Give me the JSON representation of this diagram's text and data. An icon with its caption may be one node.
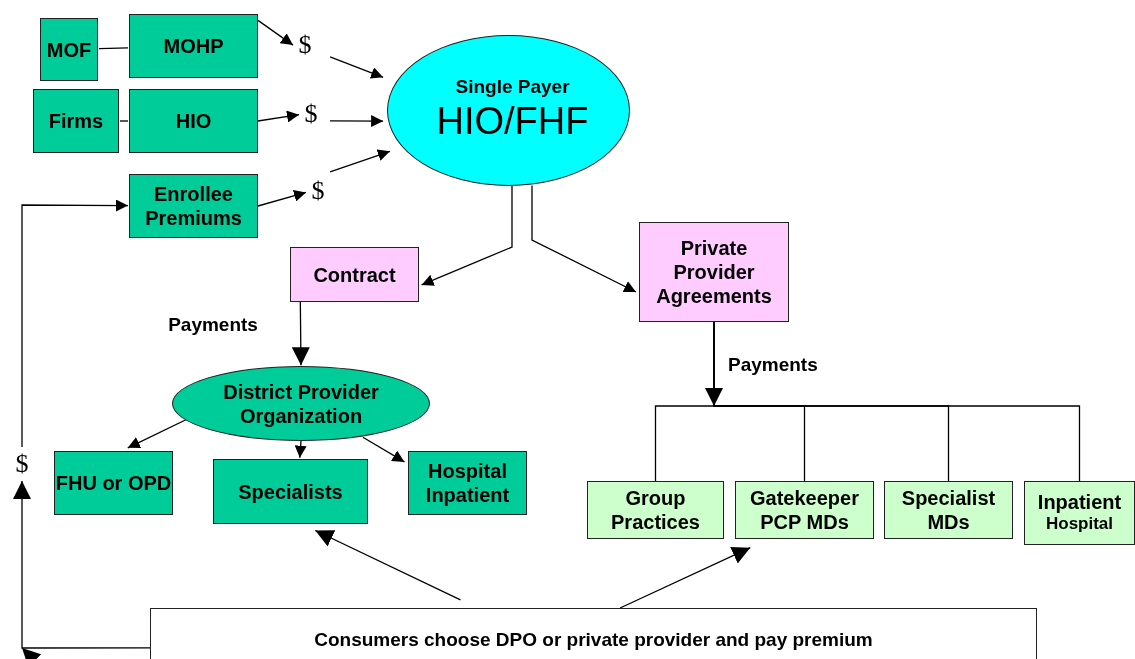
{
  "diagram": {
    "nodes": [
      {
        "text": [
          "MOF"
        ]
      },
      {
        "text": [
          "MOHP"
        ]
      },
      {
        "text": [
          "Firms"
        ]
      },
      {
        "text": [
          "HIO"
        ]
      },
      {
        "text": [
          "Enrollee Premiums"
        ]
      },
      {
        "text": [
          "$"
        ]
      },
      {
        "text": [
          "$"
        ]
      },
      {
        "text": [
          "$"
        ]
      },
      {
        "text": [
          "Single Payer",
          "HIO/FHF"
        ]
      },
      {
        "text": [
          "Contract"
        ]
      },
      {
        "text": [
          "Private Provider Agreements"
        ]
      },
      {
        "text": [
          "District Provider Organization"
        ]
      },
      {
        "text": [
          "FHU or OPD"
        ]
      },
      {
        "text": [
          "Specialists"
        ]
      },
      {
        "text": [
          "Hospital Inpatient"
        ]
      },
      {
        "text": [
          "Group Practices"
        ]
      },
      {
        "text": [
          "Gatekeeper PCP MDs"
        ]
      },
      {
        "text": [
          "Specialist MDs"
        ]
      },
      {
        "text": [
          "Inpatient",
          "Hospital"
        ]
      },
      {
        "text": [
          "Consumers choose DPO or private provider and pay premium"
        ]
      },
      {
        "text": [
          "$"
        ]
      }
    ],
    "edges": [
      {
        "from": 0,
        "to": 1,
        "arrow": "none"
      },
      {
        "from": 2,
        "to": 3,
        "arrow": "none"
      },
      {
        "from": 1,
        "to": 5,
        "arrow": "to"
      },
      {
        "from": 5,
        "to": 8,
        "arrow": "to"
      },
      {
        "from": 3,
        "to": 6,
        "arrow": "to"
      },
      {
        "from": 6,
        "to": 8,
        "arrow": "to"
      },
      {
        "from": 4,
        "to": 7,
        "arrow": "to"
      },
      {
        "from": 7,
        "to": 8,
        "arrow": "to"
      },
      {
        "from": 8,
        "to": 9,
        "arrow": "to"
      },
      {
        "from": 8,
        "to": 10,
        "arrow": "to"
      },
      {
        "from": 9,
        "to": 11,
        "label": "Payments",
        "arrow": "to"
      },
      {
        "from": 11,
        "to": 12,
        "arrow": "to"
      },
      {
        "from": 11,
        "to": 13,
        "arrow": "to"
      },
      {
        "from": 11,
        "to": 14,
        "arrow": "to"
      },
      {
        "from": 10,
        "to": null,
        "label": "Payments",
        "arrow": "to"
      },
      {
        "from": 10,
        "to": 15,
        "arrow": "none"
      },
      {
        "from": 10,
        "to": 16,
        "arrow": "none"
      },
      {
        "from": 10,
        "to": 17,
        "arrow": "none"
      },
      {
        "from": 10,
        "to": 18,
        "arrow": "none"
      },
      {
        "from": 19,
        "to": 13,
        "arrow": "to"
      },
      {
        "from": 19,
        "to": 16,
        "arrow": "to"
      },
      {
        "from": 19,
        "to": 20,
        "arrow": "to"
      },
      {
        "from": 20,
        "to": 4,
        "arrow": "to"
      }
    ]
  }
}
